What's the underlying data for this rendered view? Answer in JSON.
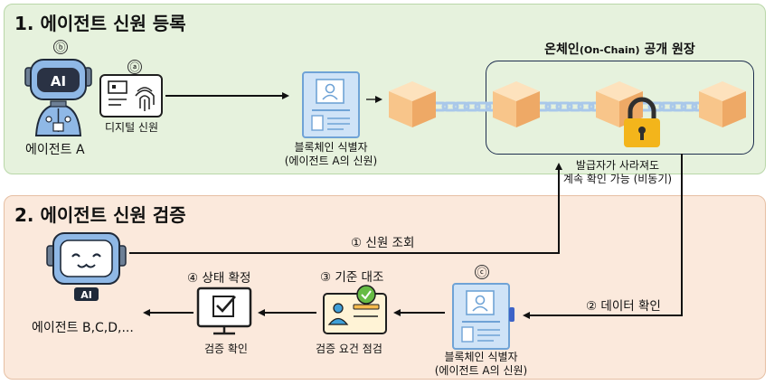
{
  "section1": {
    "title": "1. 에이전트 신원 등록",
    "agent_a_marker": "ⓑ",
    "agent_a_badge": "AI",
    "agent_a_label": "에이전트 A",
    "id_card_marker": "ⓐ",
    "id_card_label": "디지털 신원",
    "blockchain_id_label_1": "블록체인 식별자",
    "blockchain_id_label_2": "(에이전트 A의 신원)",
    "ledger_title": "온체인",
    "ledger_title_paren": "(On-Chain)",
    "ledger_title_rest": " 공개 원장"
  },
  "section2": {
    "title": "2. 에이전트 신원 검증",
    "note_line_1": "발급자가 사라져도",
    "note_line_2": "계속 확인 가능 (비동기)",
    "step1": "① 신원 조회",
    "step2": "② 데이터 확인",
    "step3": "③ 기준 대조",
    "step4": "④ 상태 확정",
    "agent_b_badge": "AI",
    "agent_b_label": "에이전트 B,C,D,...",
    "confirm_label": "검증 확인",
    "check_label": "검증 요건 점검",
    "blockchain_id_marker": "ⓒ",
    "blockchain_id_label_1": "블록체인 식별자",
    "blockchain_id_label_2": "(에이전트 A의 신원)"
  },
  "colors": {
    "panel1_bg": "#e6f2dd",
    "panel2_bg": "#fbe9dc",
    "block": "#f8c58a",
    "chain": "#a9c8ea",
    "lock": "#f3b51b",
    "id_doc": "#cfe3f7",
    "robot": "#8fb8e6"
  }
}
